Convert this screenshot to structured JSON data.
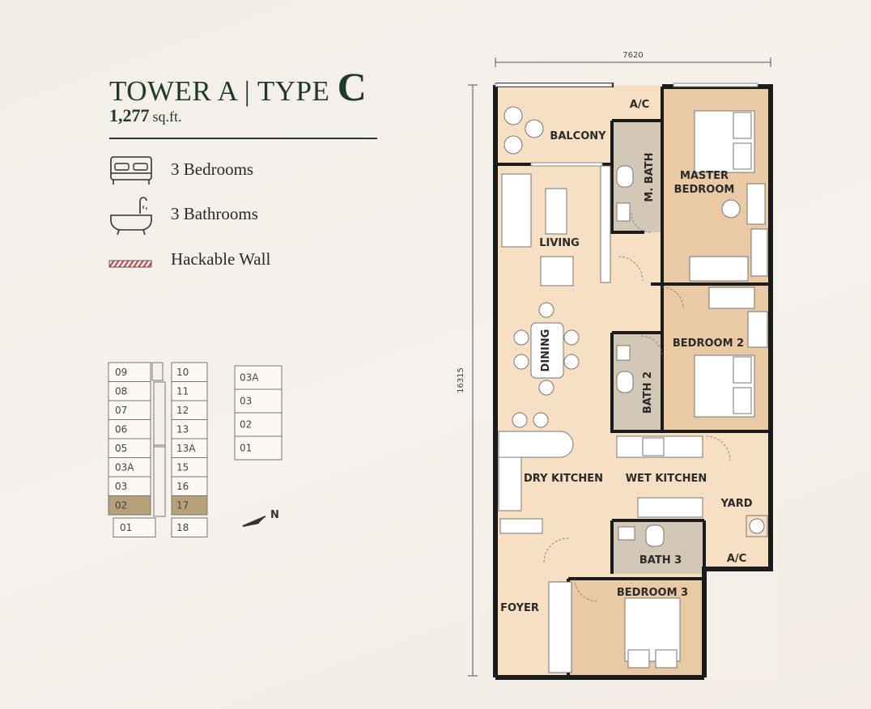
{
  "header": {
    "title_prefix": "TOWER A | TYPE",
    "title_type": "C",
    "area_value": "1,277",
    "area_unit": "sq.ft."
  },
  "legend": [
    {
      "icon": "bed-icon",
      "label": "3 Bedrooms"
    },
    {
      "icon": "bathtub-icon",
      "label": "3 Bathrooms"
    },
    {
      "icon": "hackable-wall-icon",
      "label": "Hackable Wall"
    }
  ],
  "keyplan": {
    "left_units": [
      "09",
      "08",
      "07",
      "06",
      "05",
      "03A",
      "03",
      "02",
      "01"
    ],
    "right_units": [
      "10",
      "11",
      "12",
      "13",
      "13A",
      "15",
      "16",
      "17",
      "18"
    ],
    "side_units": [
      "03A",
      "03",
      "02",
      "01"
    ],
    "highlight_color": "#b5a07a",
    "north_label": "N"
  },
  "plan": {
    "dim_width": "7620",
    "dim_height": "16315",
    "rooms": {
      "ac_top": "A/C",
      "balcony": "BALCONY",
      "master_bedroom_1": "MASTER",
      "master_bedroom_2": "BEDROOM",
      "m_bath": "M. BATH",
      "living": "LIVING",
      "dining": "DINING",
      "bedroom2": "BEDROOM  2",
      "bath2": "BATH 2",
      "dry_kitchen": "DRY KITCHEN",
      "wet_kitchen": "WET KITCHEN",
      "yard": "YARD",
      "ac_bottom": "A/C",
      "bath3": "BATH 3",
      "foyer": "FOYER",
      "bedroom3": "BEDROOM 3"
    },
    "colors": {
      "light_room": "#f6dfc2",
      "dark_room": "#e9caa4",
      "wall": "#1b1b1b",
      "wet": "#d3c7b6"
    }
  }
}
